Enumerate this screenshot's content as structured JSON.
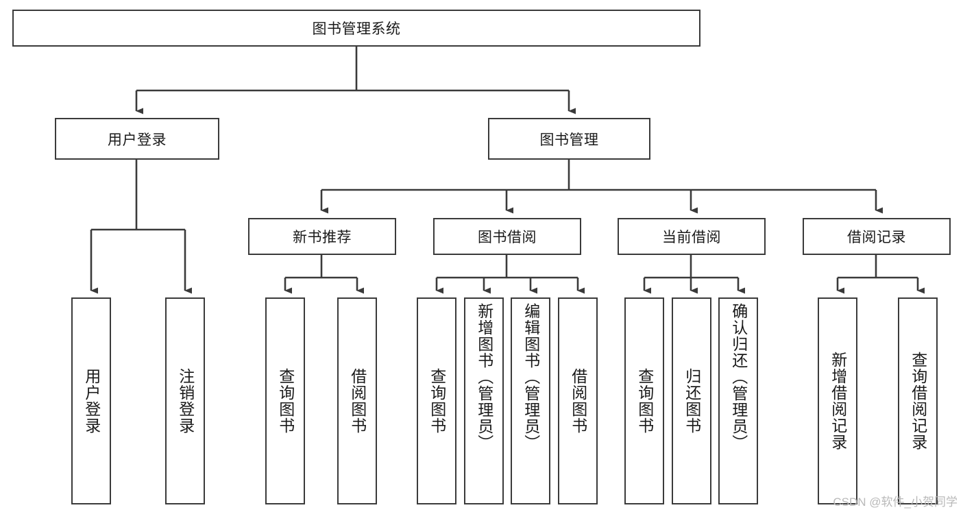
{
  "diagram": {
    "title": "图书管理系统",
    "type": "hierarchy-tree",
    "root": {
      "label": "图书管理系统"
    },
    "level2": [
      {
        "id": "user-login",
        "label": "用户登录"
      },
      {
        "id": "book-management",
        "label": "图书管理"
      }
    ],
    "level3": [
      {
        "id": "new-book-recommend",
        "label": "新书推荐",
        "parent": "book-management"
      },
      {
        "id": "book-borrow",
        "label": "图书借阅",
        "parent": "book-management"
      },
      {
        "id": "current-borrow",
        "label": "当前借阅",
        "parent": "book-management"
      },
      {
        "id": "borrow-record",
        "label": "借阅记录",
        "parent": "book-management"
      }
    ],
    "leaves": {
      "user_login": [
        {
          "id": "leaf-user-login",
          "label": "用户登录"
        },
        {
          "id": "leaf-user-logout",
          "label": "注销登录"
        }
      ],
      "new_book_recommend": [
        {
          "id": "leaf-query-book-1",
          "label": "查询图书"
        },
        {
          "id": "leaf-borrow-book-1",
          "label": "借阅图书"
        }
      ],
      "book_borrow": [
        {
          "id": "leaf-query-book-2",
          "label": "查询图书"
        },
        {
          "id": "leaf-add-book",
          "label": "新增图书（管理员）"
        },
        {
          "id": "leaf-edit-book",
          "label": "编辑图书（管理员）"
        },
        {
          "id": "leaf-borrow-book-2",
          "label": "借阅图书"
        }
      ],
      "current_borrow": [
        {
          "id": "leaf-query-book-3",
          "label": "查询图书"
        },
        {
          "id": "leaf-return-book",
          "label": "归还图书"
        },
        {
          "id": "leaf-confirm-return",
          "label": "确认归还（管理员）"
        }
      ],
      "borrow_record": [
        {
          "id": "leaf-add-record",
          "label": "新增借阅记录"
        },
        {
          "id": "leaf-query-record",
          "label": "查询借阅记录"
        }
      ]
    }
  },
  "watermark": {
    "text": "CSDN @软件_小贺同学"
  },
  "colors": {
    "border": "#3a3a3a",
    "background": "#ffffff",
    "text": "#1a1a1a",
    "watermark": "#b9b9b9"
  }
}
